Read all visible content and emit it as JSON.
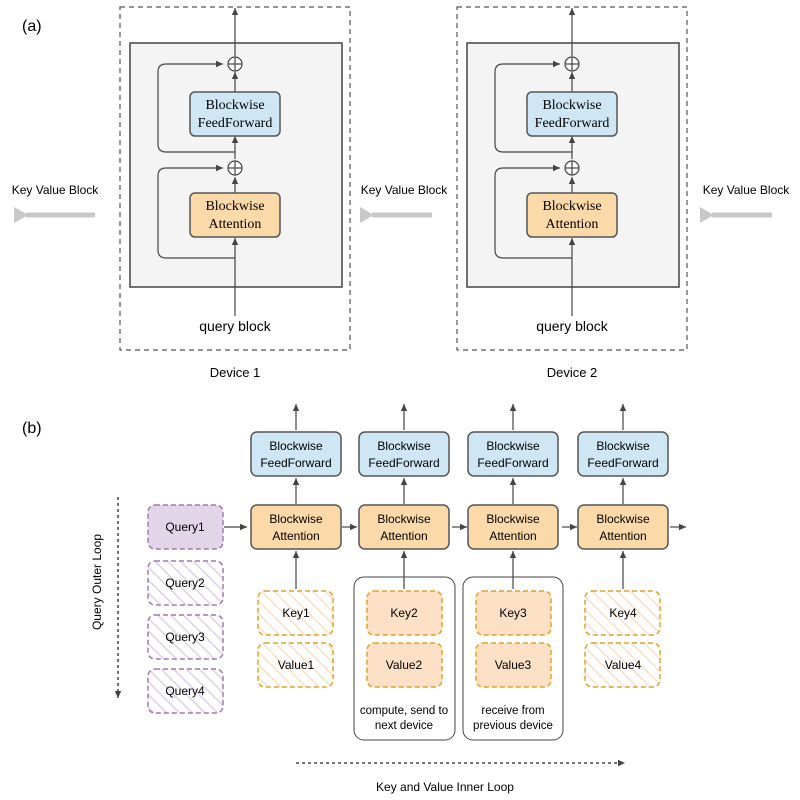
{
  "panel_a": {
    "label": "(a)",
    "kv_label": "Key Value Block",
    "devices": [
      {
        "name": "Device 1",
        "ffn_line1": "Blockwise",
        "ffn_line2": "FeedForward",
        "attn_line1": "Blockwise",
        "attn_line2": "Attention",
        "query": "query block"
      },
      {
        "name": "Device 2",
        "ffn_line1": "Blockwise",
        "ffn_line2": "FeedForward",
        "attn_line1": "Blockwise",
        "attn_line2": "Attention",
        "query": "query block"
      }
    ]
  },
  "panel_b": {
    "label": "(b)",
    "outer_loop": "Query Outer Loop",
    "inner_loop": "Key and Value Inner Loop",
    "queries": [
      "Query1",
      "Query2",
      "Query3",
      "Query4"
    ],
    "columns": [
      {
        "ffn_line1": "Blockwise",
        "ffn_line2": "FeedForward",
        "attn_line1": "Blockwise",
        "attn_line2": "Attention",
        "key": "Key1",
        "value": "Value1",
        "note_line1": "",
        "note_line2": ""
      },
      {
        "ffn_line1": "Blockwise",
        "ffn_line2": "FeedForward",
        "attn_line1": "Blockwise",
        "attn_line2": "Attention",
        "key": "Key2",
        "value": "Value2",
        "note_line1": "compute, send to",
        "note_line2": "next device"
      },
      {
        "ffn_line1": "Blockwise",
        "ffn_line2": "FeedForward",
        "attn_line1": "Blockwise",
        "attn_line2": "Attention",
        "key": "Key3",
        "value": "Value3",
        "note_line1": "receive from",
        "note_line2": "previous device"
      },
      {
        "ffn_line1": "Blockwise",
        "ffn_line2": "FeedForward",
        "attn_line1": "Blockwise",
        "attn_line2": "Attention",
        "key": "Key4",
        "value": "Value4",
        "note_line1": "",
        "note_line2": ""
      }
    ]
  },
  "colors": {
    "ffn_fill": "#cfe6f5",
    "attn_fill": "#fbd9a8",
    "query_active_fill": "#e2d5e8",
    "query_border": "#9b7bb0",
    "kv_border": "#e0a22e",
    "kv_active_fill": "#fbe0c6",
    "arrow_gray": "#c8c8c8"
  }
}
